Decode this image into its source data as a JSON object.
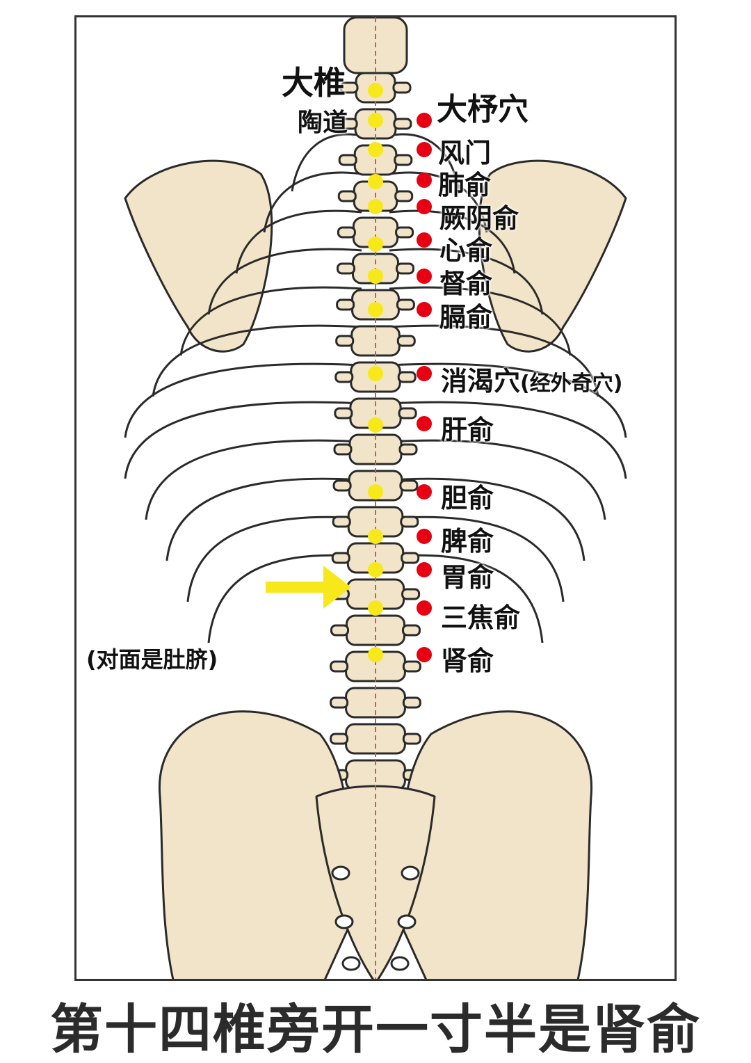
{
  "caption": "第十四椎旁开一寸半是肾俞",
  "colors": {
    "governor_point": "#f7e81c",
    "bladder_point": "#e60012",
    "bone": "#f1e4c8",
    "arrow": "#f7e81c"
  },
  "governor_points": [
    "大椎",
    "陶道"
  ],
  "bladder_points": [
    {
      "name": "大杼穴",
      "note": ""
    },
    {
      "name": "风门",
      "note": ""
    },
    {
      "name": "肺俞",
      "note": ""
    },
    {
      "name": "厥阴俞",
      "note": ""
    },
    {
      "name": "心俞",
      "note": ""
    },
    {
      "name": "督俞",
      "note": ""
    },
    {
      "name": "膈俞",
      "note": ""
    },
    {
      "name": "消渴穴",
      "note": "(经外奇穴)"
    },
    {
      "name": "肝俞",
      "note": ""
    },
    {
      "name": "胆俞",
      "note": ""
    },
    {
      "name": "脾俞",
      "note": ""
    },
    {
      "name": "胃俞",
      "note": ""
    },
    {
      "name": "三焦俞",
      "note": ""
    },
    {
      "name": "肾俞",
      "note": ""
    }
  ],
  "arrow_label": "(对面是肚脐)"
}
